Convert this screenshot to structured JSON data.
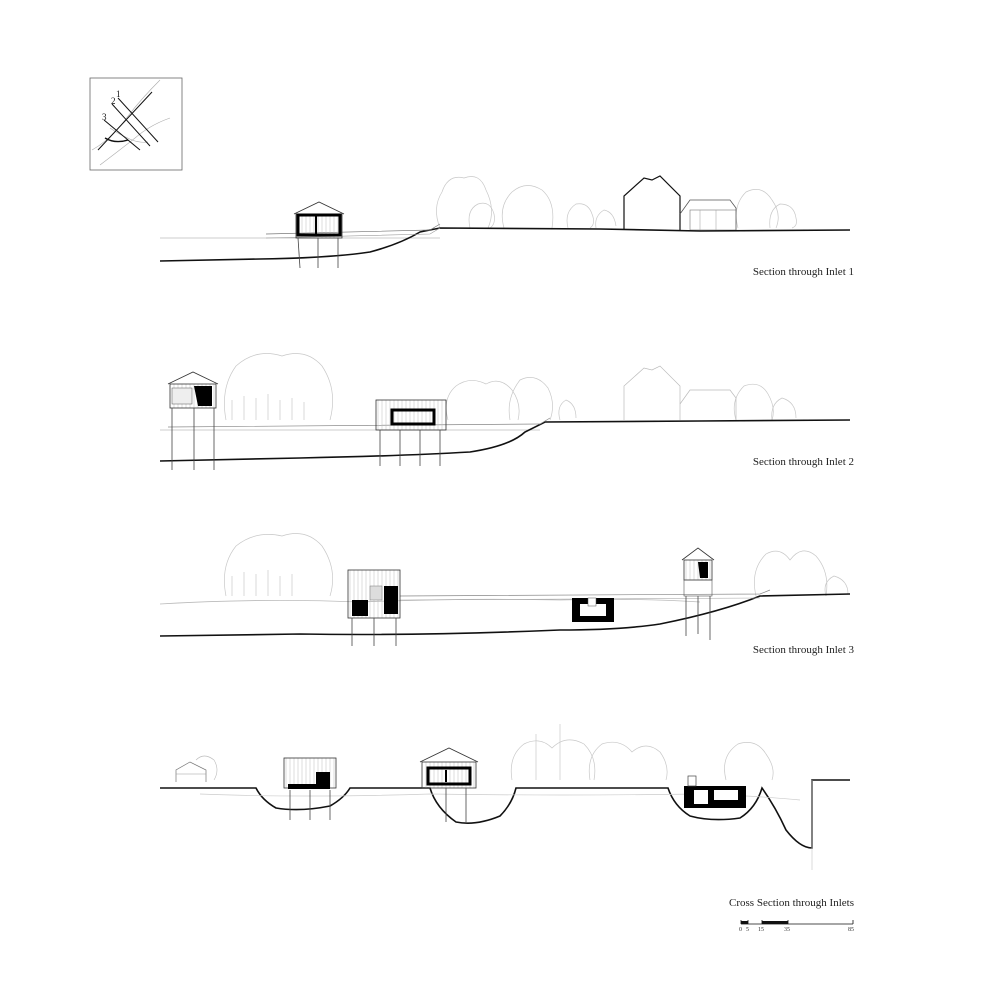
{
  "key_plan": {
    "labels": [
      "1",
      "2",
      "3"
    ]
  },
  "sections": [
    {
      "caption": "Section through Inlet 1"
    },
    {
      "caption": "Section through Inlet 2"
    },
    {
      "caption": "Section through Inlet 3"
    },
    {
      "caption": "Cross Section through Inlets"
    }
  ],
  "scale_bar": {
    "ticks": [
      "0",
      "5",
      "15",
      "35",
      "85"
    ]
  },
  "colors": {
    "ink": "#111111",
    "light_line": "#c8c8c8",
    "fill_black": "#000000"
  }
}
